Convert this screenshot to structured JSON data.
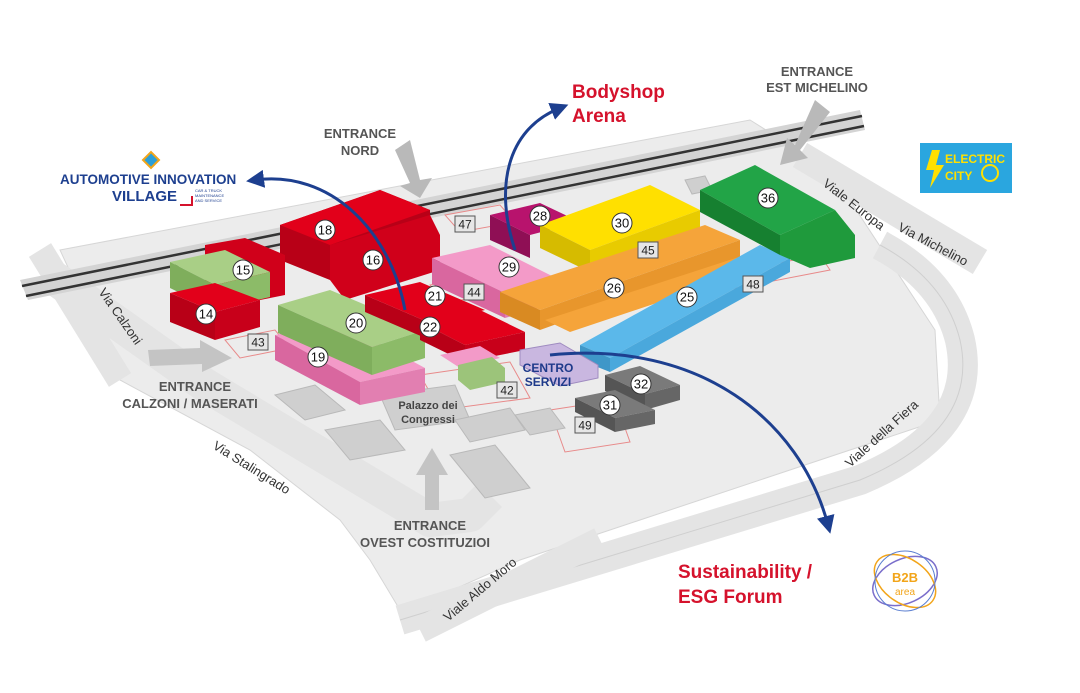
{
  "entrances": {
    "nord": [
      "ENTRANCE",
      "NORD"
    ],
    "est": [
      "ENTRANCE",
      "EST MICHELINO"
    ],
    "calzoni": [
      "ENTRANCE",
      "CALZONI / MASERATI"
    ],
    "ovest": [
      "ENTRANCE",
      "OVEST COSTITUZIOI"
    ]
  },
  "streets": {
    "calzoni": "Via Calzoni",
    "stalingrado": "Via Stalingrado",
    "aldo_moro": "Viale Aldo Moro",
    "europa": "Viale Europa",
    "michelino": "Via Michelino",
    "fiera": "Viale della Fiera"
  },
  "areas": {
    "bodyshop": [
      "Bodyshop",
      "Arena"
    ],
    "sustainability": [
      "Sustainability /",
      "ESG Forum"
    ]
  },
  "logos": {
    "aiv": {
      "line1": "AUTOMOTIVE INNOVATION",
      "line2": "VILLAGE",
      "small": [
        "CAR & TRUCK",
        "MAINTENANCE",
        "AND SERVICE"
      ]
    },
    "electric_city": [
      "ELECTRIC",
      "CITY"
    ],
    "b2b": [
      "B2B",
      "area"
    ]
  },
  "buildings": {
    "palazzo": [
      "Palazzo dei",
      "Congressi"
    ],
    "centro": [
      "CENTRO",
      "SERVIZI"
    ]
  },
  "halls": {
    "h14": "14",
    "h15": "15",
    "h16": "16",
    "h18": "18",
    "h19": "19",
    "h20": "20",
    "h21": "21",
    "h22": "22",
    "h25": "25",
    "h26": "26",
    "h28": "28",
    "h29": "29",
    "h30": "30",
    "h31": "31",
    "h32": "32",
    "h36": "36"
  },
  "outdoor_areas": {
    "a42": "42",
    "a43": "43",
    "a44": "44",
    "a45": "45",
    "a47": "47",
    "a48": "48",
    "a49": "49"
  },
  "colors": {
    "red": "#e2001a",
    "green": "#9cc47a",
    "pink": "#e879b3",
    "orange": "#f5a43a",
    "yellow": "#ffe000",
    "blue": "#5bb8ea",
    "dark_green": "#1f9a3c",
    "title_red": "#d5122c",
    "arrow_blue": "#1d3f8f"
  }
}
